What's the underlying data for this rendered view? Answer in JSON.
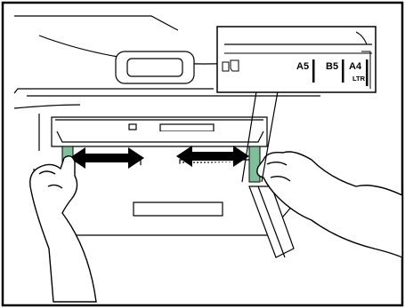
{
  "figure": {
    "paper_size_labels": {
      "a5": "A5",
      "b5": "B5",
      "a4": "A4",
      "ltr": "LTR"
    },
    "icons": [
      "paper-orientation-icon",
      "width-adjust-arrow-left",
      "width-adjust-arrow-right"
    ],
    "colors": {
      "line": "#000000",
      "paper": "#ffffff",
      "highlight": "#7fbf9a"
    }
  }
}
